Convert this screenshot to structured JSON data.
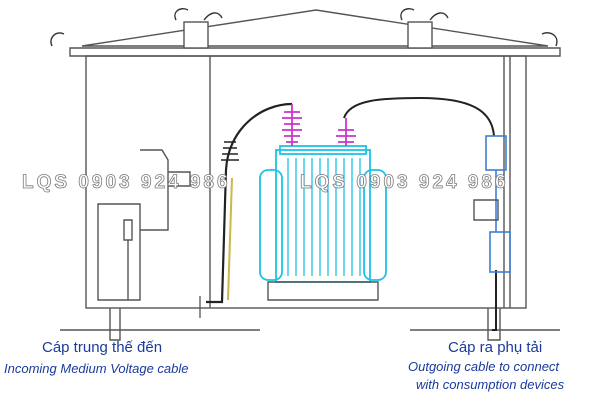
{
  "watermark": "LQS  0903 924 986",
  "labels": {
    "incoming_vi": "Cáp trung thế đến",
    "incoming_en": "Incoming Medium Voltage cable",
    "outgoing_vi": "Cáp ra phụ tải",
    "outgoing_en_1": "Outgoing cable to connect",
    "outgoing_en_2": "with consumption devices"
  },
  "colors": {
    "label_text": "#1a3a9c",
    "transformer": "#1cc3e6",
    "bushings": "#cc33cc",
    "lv_boxes": "#3e7fd6",
    "line_work": "#555555"
  }
}
